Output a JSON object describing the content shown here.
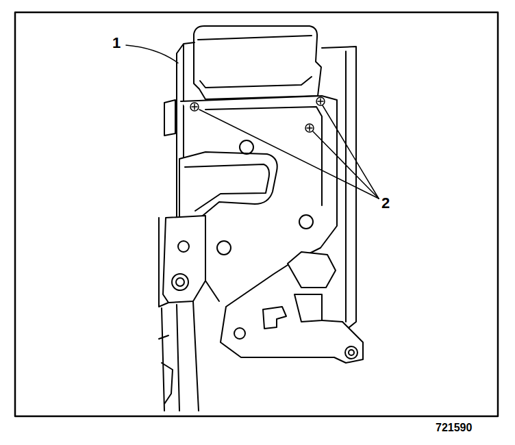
{
  "diagram": {
    "labels": [
      "1",
      "2",
      "721590"
    ]
  }
}
